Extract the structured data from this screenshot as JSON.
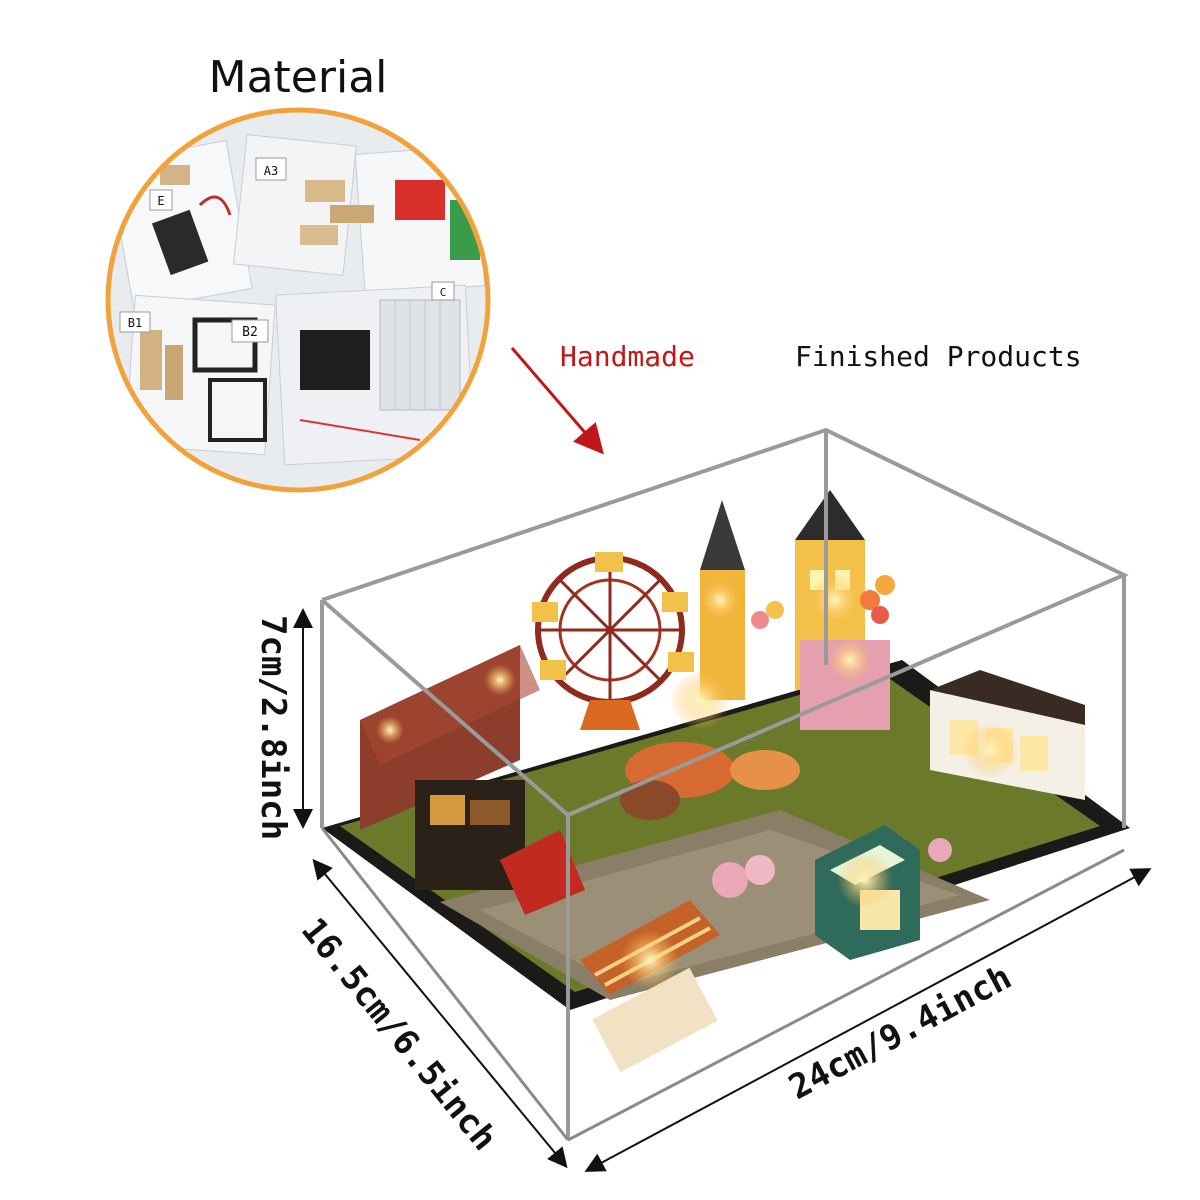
{
  "labels": {
    "material": "Material",
    "handmade": "Handmade",
    "finished_products": "Finished Products"
  },
  "dimensions": {
    "height": "7cm/2.8inch",
    "depth": "16.5cm/6.5inch",
    "width": "24cm/9.4inch"
  },
  "material_tags": [
    "A3",
    "B1",
    "B2",
    "E",
    "C"
  ],
  "colors": {
    "arrow": "#c01818",
    "circle_border": "#f2a23a",
    "box_edge": "#9a9a9a",
    "text": "#111111"
  }
}
